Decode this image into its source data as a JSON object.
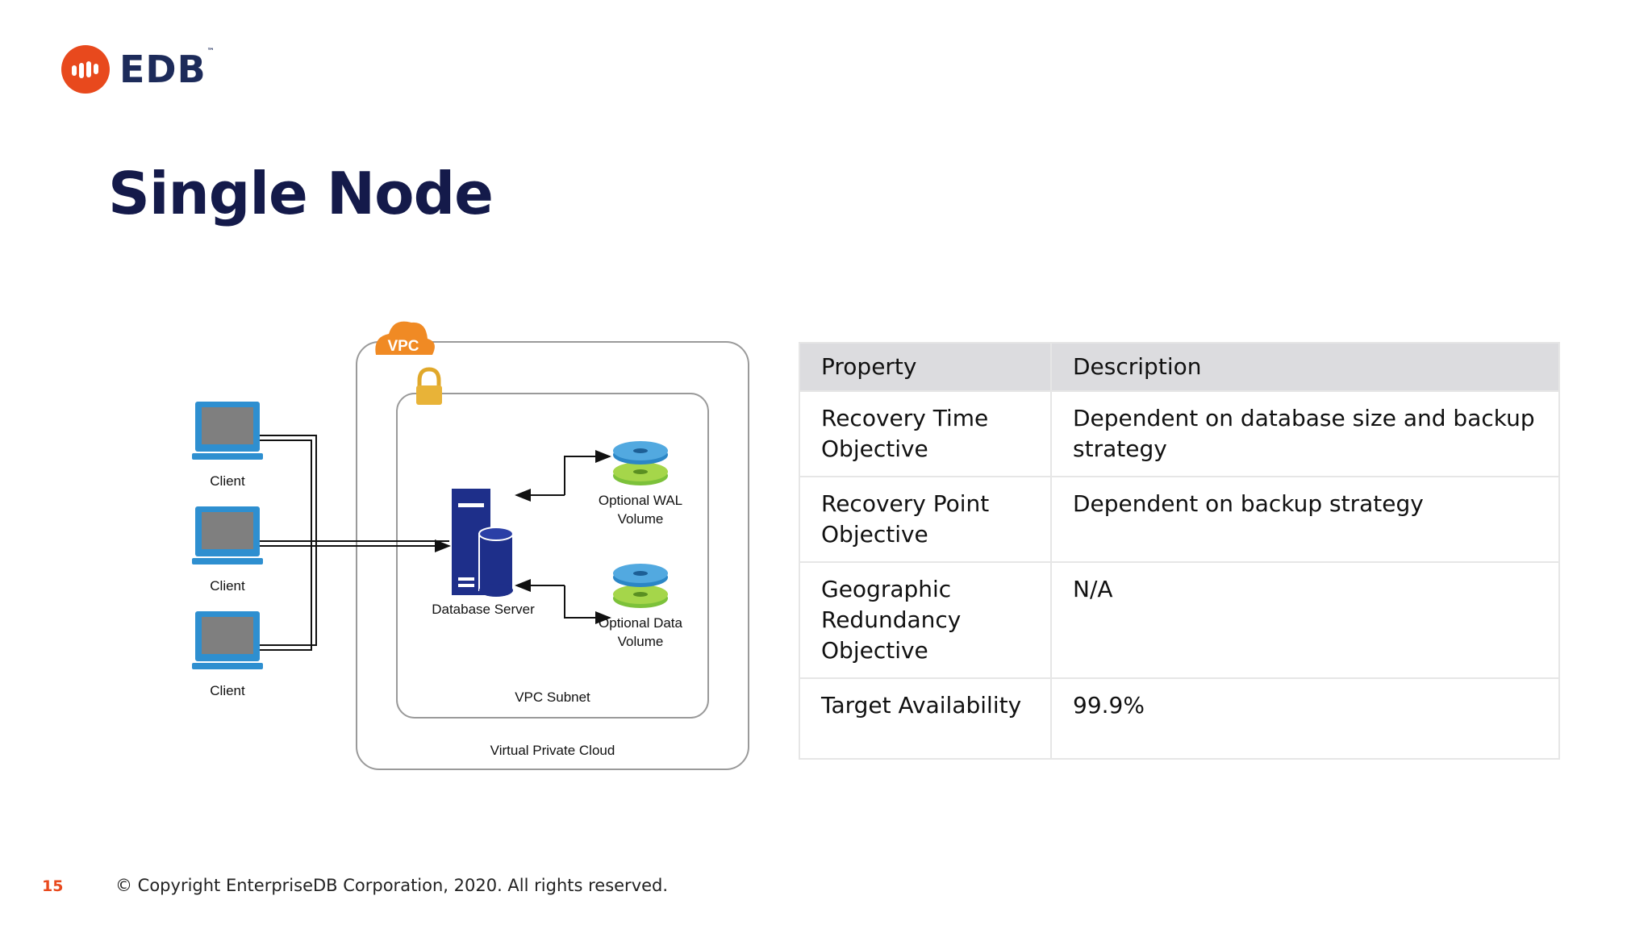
{
  "brand": {
    "name": "EDB",
    "trademark": "™",
    "accent_color": "#e8491d",
    "text_color": "#1d2b5a"
  },
  "slide": {
    "title": "Single Node",
    "page_number": "15",
    "copyright": "© Copyright EnterpriseDB Corporation, 2020. All rights reserved."
  },
  "diagram": {
    "vpc_badge": "VPC",
    "clients": [
      "Client",
      "Client",
      "Client"
    ],
    "database_server": "Database Server",
    "wal_volume": [
      "Optional WAL",
      "Volume"
    ],
    "data_volume": [
      "Optional Data",
      "Volume"
    ],
    "subnet_label": "VPC Subnet",
    "vpc_label": "Virtual Private Cloud",
    "icons": [
      "laptop-icon",
      "cloud-icon",
      "lock-icon",
      "server-icon",
      "database-icon",
      "disk-volume-icon"
    ]
  },
  "table": {
    "headers": [
      "Property",
      "Description"
    ],
    "rows": [
      {
        "property": "Recovery Time Objective",
        "description": "Dependent on database size and backup strategy"
      },
      {
        "property": "Recovery Point Objective",
        "description": "Dependent on backup strategy"
      },
      {
        "property": "Geographic Redundancy Objective",
        "description": "N/A"
      },
      {
        "property": "Target Availability",
        "description": "99.9%"
      }
    ]
  }
}
